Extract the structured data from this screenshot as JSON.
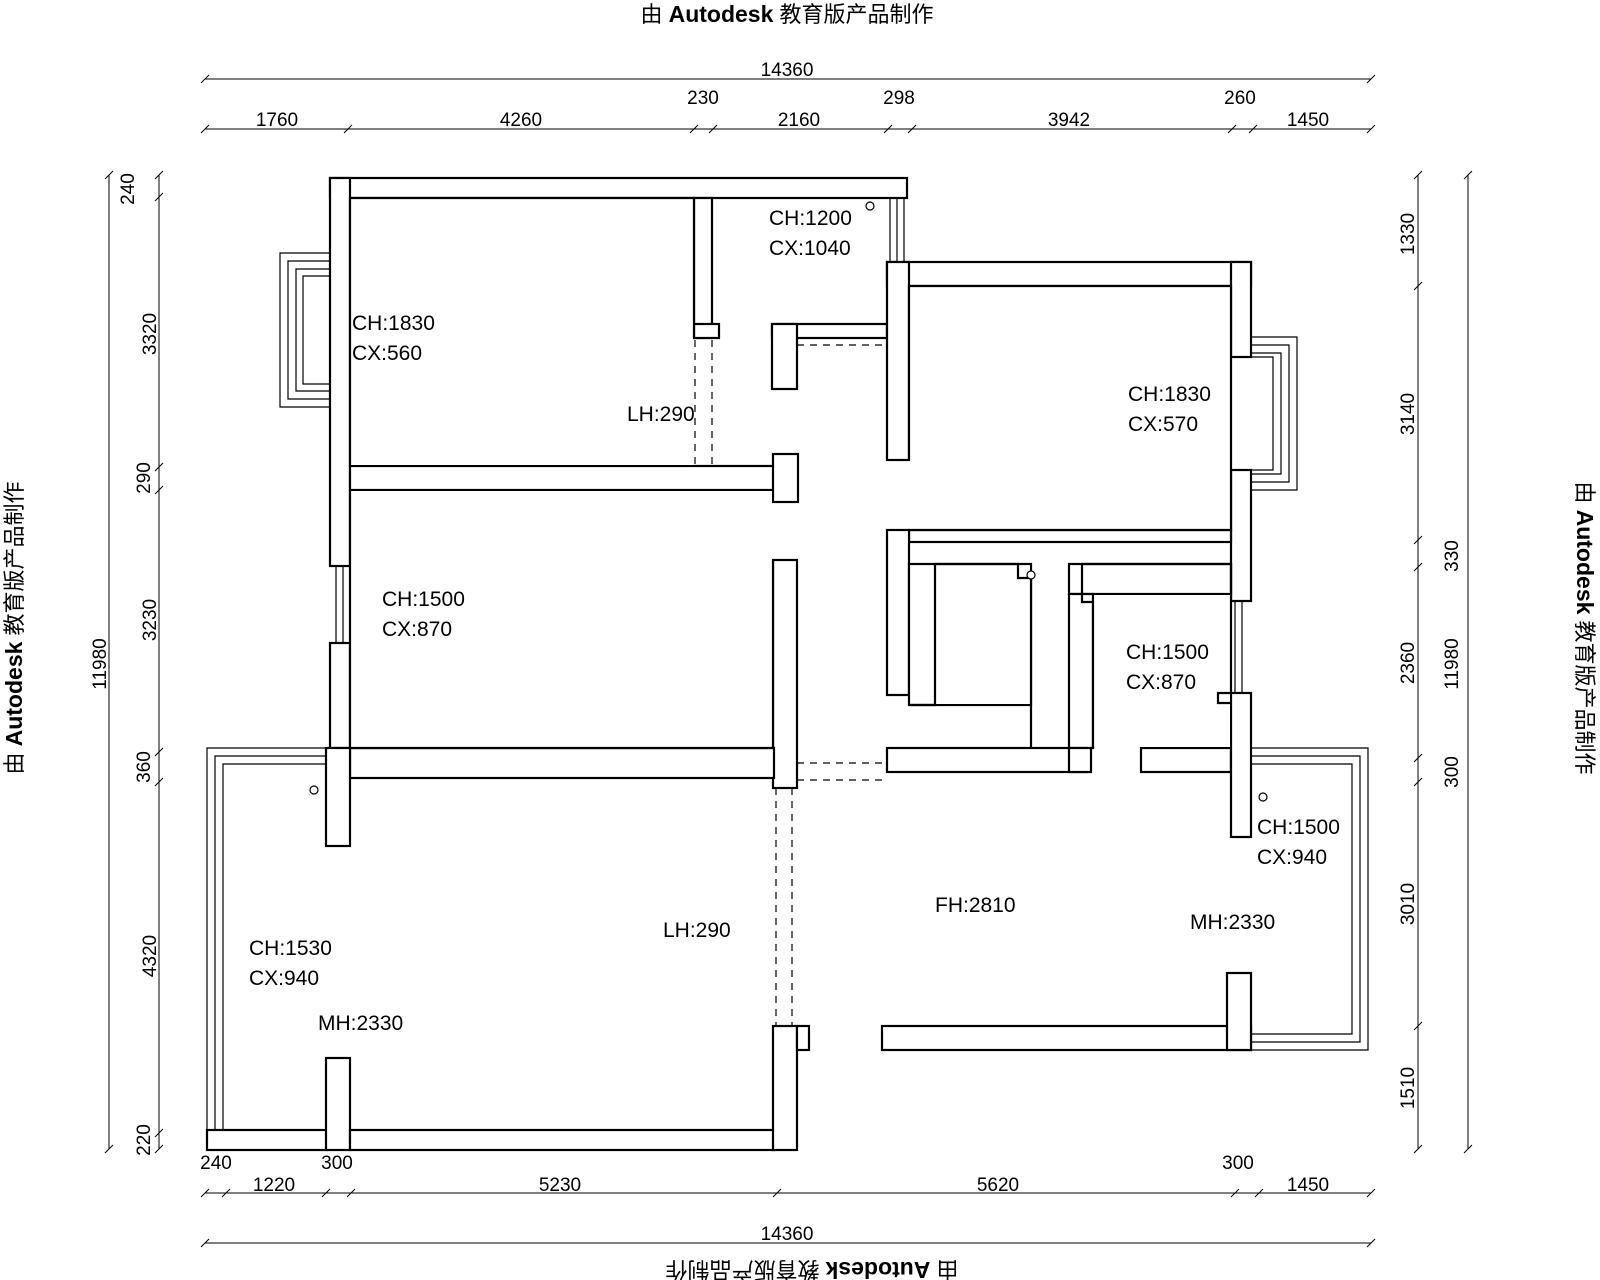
{
  "watermark": {
    "prefix": "由",
    "brand": "Autodesk",
    "suffix": "教育版产品制作"
  },
  "dimensions": {
    "top_total": "14360",
    "top_segments": [
      "1760",
      "4260",
      "230",
      "2160",
      "298",
      "3942",
      "260",
      "1450"
    ],
    "bottom_total": "14360",
    "bottom_segments": [
      "240",
      "1220",
      "300",
      "5230",
      "5620",
      "300",
      "1450"
    ],
    "left_total": "11980",
    "left_segments": [
      "240",
      "3320",
      "290",
      "3230",
      "360",
      "4320",
      "220"
    ],
    "right_total": "11980",
    "right_segments": [
      "1330",
      "3140",
      "330",
      "2360",
      "300",
      "3010",
      "1510"
    ]
  },
  "rooms": [
    {
      "ch": "CH:1830",
      "cx": "CX:560"
    },
    {
      "ch": "CH:1200",
      "cx": "CX:1040"
    },
    {
      "ch": "CH:1830",
      "cx": "CX:570"
    },
    {
      "ch": "CH:1500",
      "cx": "CX:870"
    },
    {
      "ch": "CH:1500",
      "cx": "CX:870"
    },
    {
      "ch": "CH:1500",
      "cx": "CX:940"
    },
    {
      "ch": "CH:1530",
      "cx": "CX:940"
    }
  ],
  "openings": {
    "lh_upper": "LH:290",
    "lh_lower": "LH:290",
    "mh_left": "MH:2330",
    "mh_right": "MH:2330",
    "fh": "FH:2810"
  }
}
